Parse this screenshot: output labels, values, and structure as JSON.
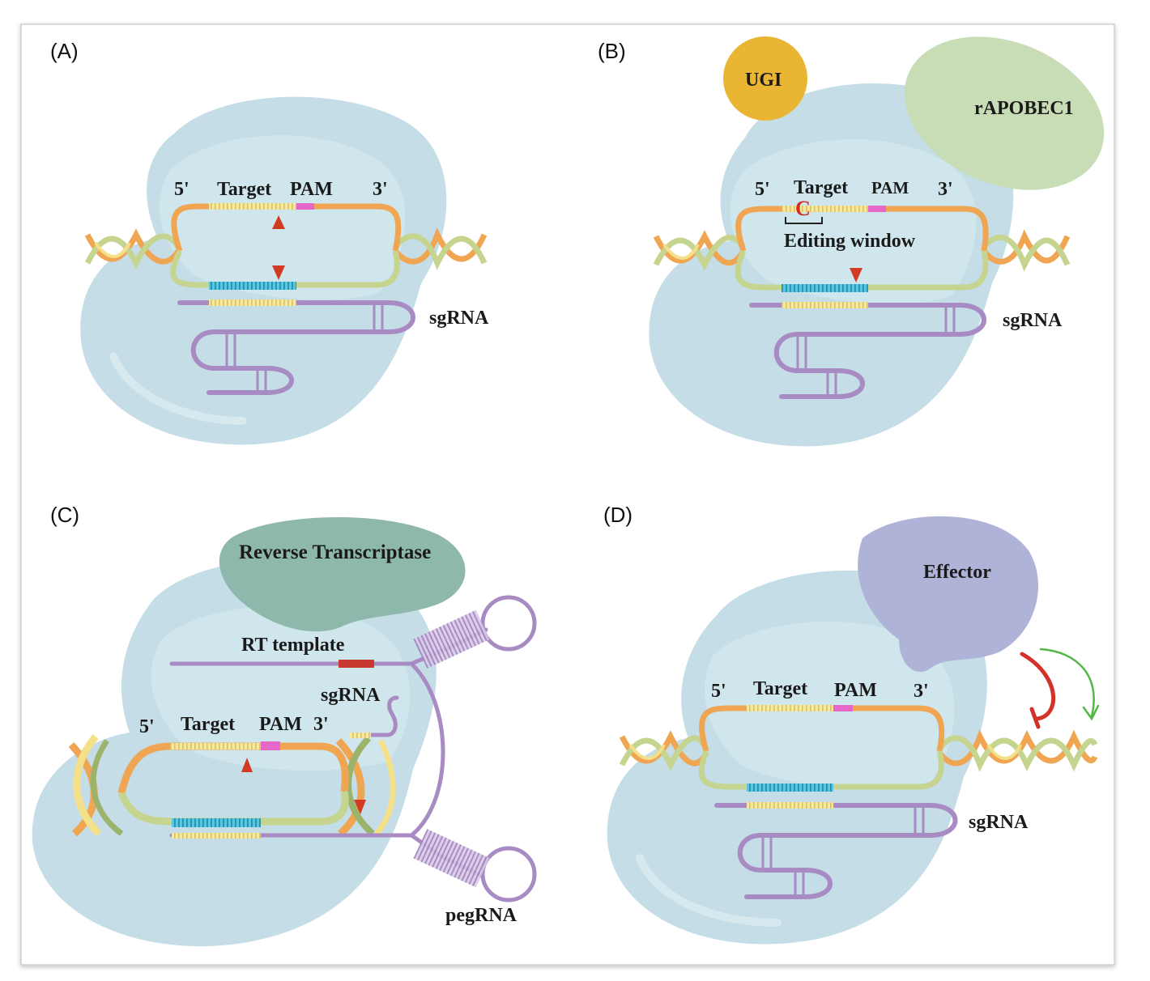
{
  "colors": {
    "protein": "#c4dde7",
    "protein_inner": "#d6ebf1",
    "dna_orange": "#f0a552",
    "dna_green": "#c5d48f",
    "dna_yellow": "#f5e08a",
    "rna_purple": "#a78bc2",
    "guide_blue": "#3eb7d3",
    "pam_pink": "#e567c8",
    "cut_red": "#d23a22",
    "ugi": "#eab533",
    "rapobec": "#c8dcb6",
    "rt": "#8fb8ad",
    "effector": "#b0b3d8",
    "inhibit_red": "#d3322b",
    "activate_green": "#52b745"
  },
  "panels": {
    "a": {
      "letter": "(A)",
      "five_prime": "5'",
      "target": "Target",
      "pam": "PAM",
      "three_prime": "3'",
      "sgrna": "sgRNA"
    },
    "b": {
      "letter": "(B)",
      "ugi": "UGI",
      "rapobec": "rAPOBEC1",
      "five_prime": "5'",
      "target": "Target",
      "pam": "PAM",
      "three_prime": "3'",
      "c_base": "C",
      "editing_window": "Editing window",
      "sgrna": "sgRNA"
    },
    "c": {
      "letter": "(C)",
      "reverse_transcriptase": "Reverse Transcriptase",
      "rt_template": "RT template",
      "sgrna": "sgRNA",
      "five_prime": "5'",
      "target": "Target",
      "pam": "PAM",
      "three_prime": "3'",
      "pegrna": "pegRNA"
    },
    "d": {
      "letter": "(D)",
      "effector": "Effector",
      "five_prime": "5'",
      "target": "Target",
      "pam": "PAM",
      "three_prime": "3'",
      "sgrna": "sgRNA"
    }
  }
}
